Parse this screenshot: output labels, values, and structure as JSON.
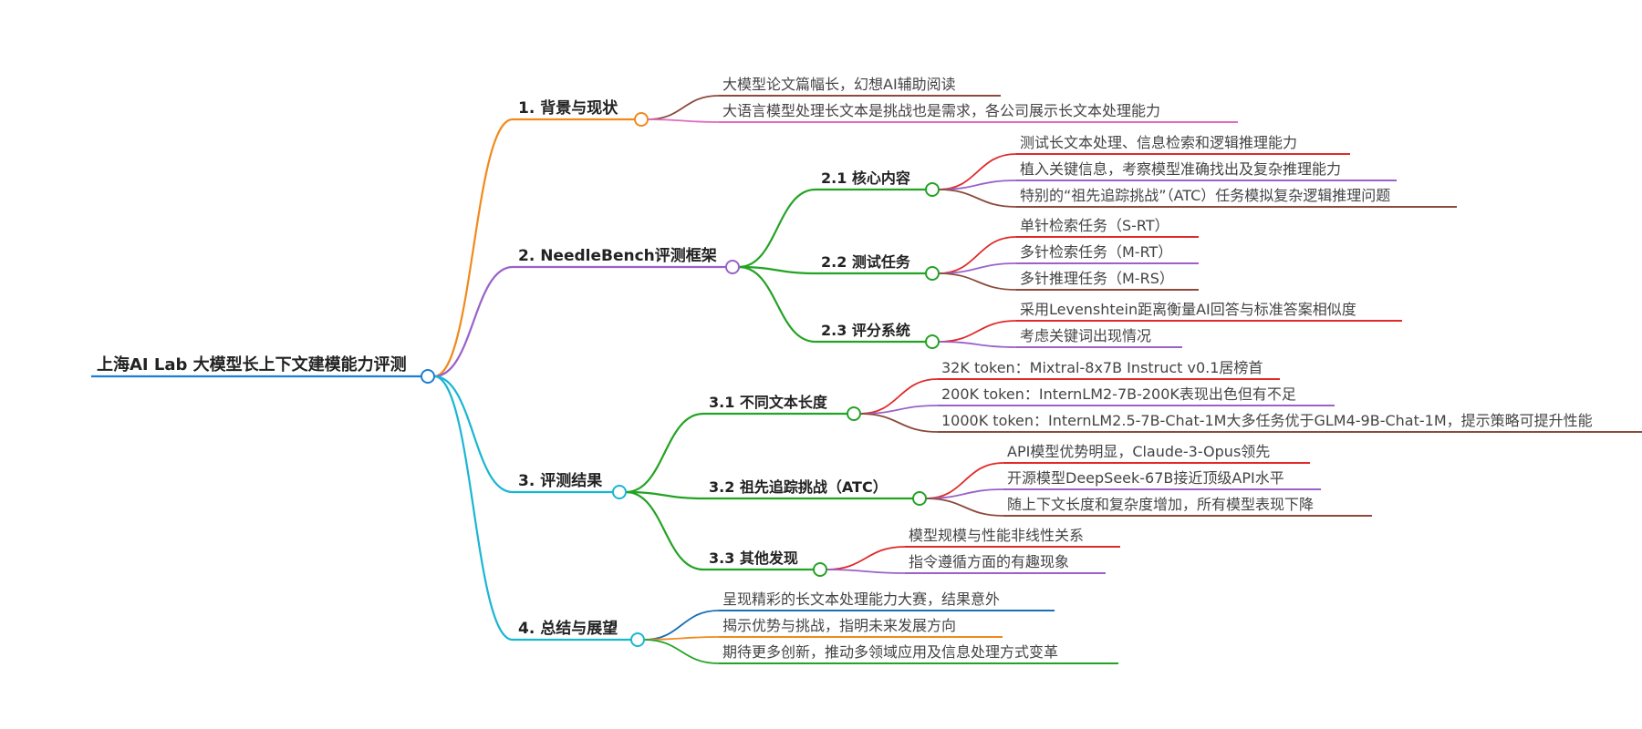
{
  "root": {
    "label": "上海AI Lab 大模型长上下文建模能力评测",
    "color": "#1a7fd1",
    "children": [
      {
        "label": "1. 背景与现状",
        "color": "#f08a1c",
        "children": [
          {
            "label": "大模型论文篇幅长，幻想AI辅助阅读",
            "color": "#8b4a3c"
          },
          {
            "label": "大语言模型处理长文本是挑战也是需求，各公司展示长文本处理能力",
            "color": "#e06bc0"
          }
        ]
      },
      {
        "label": "2. NeedleBench评测框架",
        "color": "#9a62c9",
        "children": [
          {
            "label": "2.1 核心内容",
            "color": "#23a324",
            "children": [
              {
                "label": "测试长文本处理、信息检索和逻辑推理能力",
                "color": "#e02a2a"
              },
              {
                "label": "植入关键信息，考察模型准确找出及复杂推理能力",
                "color": "#9a62c9"
              },
              {
                "label": "特别的“祖先追踪挑战”（ATC）任务模拟复杂逻辑推理问题",
                "color": "#8b4a3c"
              }
            ]
          },
          {
            "label": "2.2 测试任务",
            "color": "#23a324",
            "children": [
              {
                "label": "单针检索任务（S-RT）",
                "color": "#e02a2a"
              },
              {
                "label": "多针检索任务（M-RT）",
                "color": "#9a62c9"
              },
              {
                "label": "多针推理任务（M-RS）",
                "color": "#8b4a3c"
              }
            ]
          },
          {
            "label": "2.3 评分系统",
            "color": "#23a324",
            "children": [
              {
                "label": "采用Levenshtein距离衡量AI回答与标准答案相似度",
                "color": "#e02a2a"
              },
              {
                "label": "考虑关键词出现情况",
                "color": "#9a62c9"
              }
            ]
          }
        ]
      },
      {
        "label": "3. 评测结果",
        "color": "#19b6d2",
        "children": [
          {
            "label": "3.1 不同文本长度",
            "color": "#23a324",
            "children": [
              {
                "label": "32K token：Mixtral-8x7B Instruct v0.1居榜首",
                "color": "#e02a2a"
              },
              {
                "label": "200K token：InternLM2-7B-200K表现出色但有不足",
                "color": "#9a62c9"
              },
              {
                "label": "1000K token：InternLM2.5-7B-Chat-1M大多任务优于GLM4-9B-Chat-1M，提示策略可提升性能",
                "color": "#8b4a3c"
              }
            ]
          },
          {
            "label": "3.2 祖先追踪挑战（ATC）",
            "color": "#23a324",
            "children": [
              {
                "label": "API模型优势明显，Claude-3-Opus领先",
                "color": "#e02a2a"
              },
              {
                "label": "开源模型DeepSeek-67B接近顶级API水平",
                "color": "#9a62c9"
              },
              {
                "label": "随上下文长度和复杂度增加，所有模型表现下降",
                "color": "#8b4a3c"
              }
            ]
          },
          {
            "label": "3.3 其他发现",
            "color": "#23a324",
            "children": [
              {
                "label": "模型规模与性能非线性关系",
                "color": "#e02a2a"
              },
              {
                "label": "指令遵循方面的有趣现象",
                "color": "#9a62c9"
              }
            ]
          }
        ]
      },
      {
        "label": "4. 总结与展望",
        "color": "#19b6d2",
        "children": [
          {
            "label": "呈现精彩的长文本处理能力大赛，结果意外",
            "color": "#1a6fb5"
          },
          {
            "label": "揭示优势与挑战，指明未来发展方向",
            "color": "#f08a1c"
          },
          {
            "label": "期待更多创新，推动多领域应用及信息处理方式变革",
            "color": "#23a324"
          }
        ]
      }
    ]
  }
}
